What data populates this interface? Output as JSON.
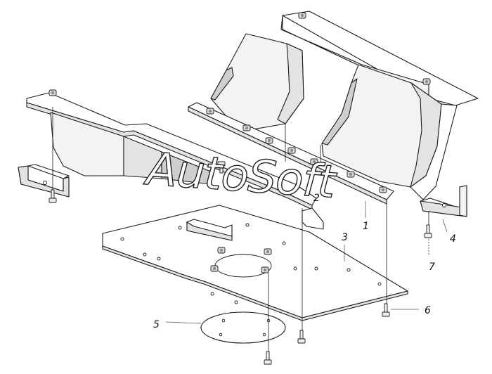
{
  "watermark": {
    "text": "AutoSoft"
  },
  "callouts": [
    {
      "id": "1",
      "label": "1"
    },
    {
      "id": "2",
      "label": "2"
    },
    {
      "id": "3",
      "label": "3"
    },
    {
      "id": "4",
      "label": "4"
    },
    {
      "id": "5",
      "label": "5"
    },
    {
      "id": "6",
      "label": "6"
    },
    {
      "id": "7",
      "label": "7"
    }
  ]
}
